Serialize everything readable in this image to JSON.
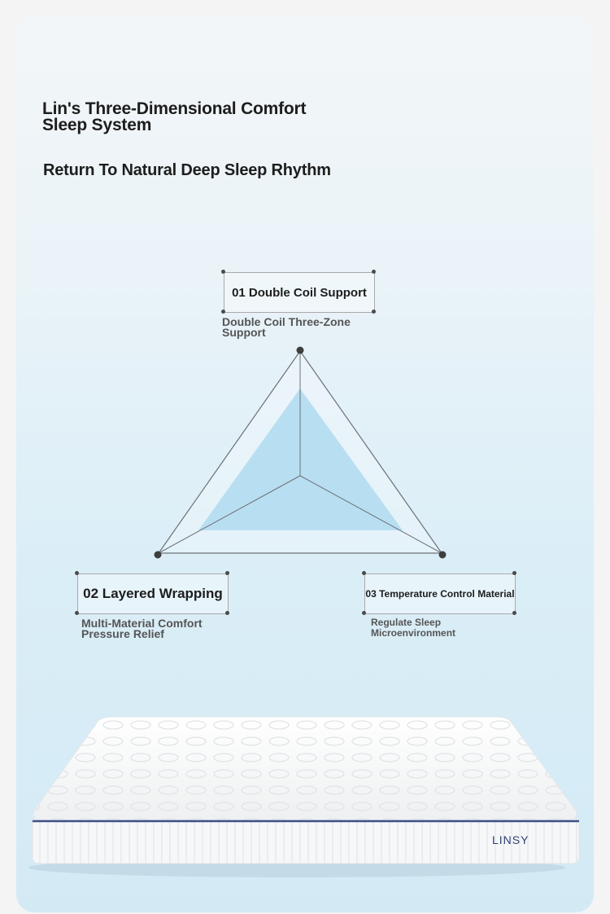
{
  "header": {
    "title": "Lin's Three-Dimensional Comfort Sleep System",
    "subtitle": "Return To Natural Deep Sleep Rhythm"
  },
  "features": [
    {
      "label": "01 Double Coil Support",
      "description": "Double Coil Three-Zone Support"
    },
    {
      "label": "02 Layered Wrapping",
      "description": "Multi-Material Comfort Pressure Relief"
    },
    {
      "label": "03 Temperature Control Material",
      "description": "Regulate Sleep Microenvironment"
    }
  ],
  "product": {
    "brand": "LINSY",
    "image": "mattress"
  },
  "colors": {
    "triangle_fill": "#b3dcf0",
    "brand_text": "#2d3f72",
    "piping": "#3e4f86"
  }
}
